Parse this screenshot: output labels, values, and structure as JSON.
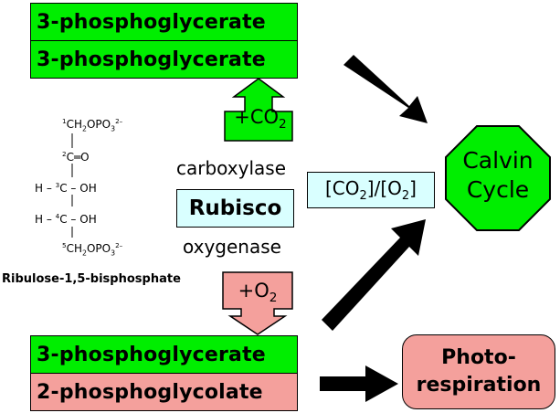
{
  "top_boxes": [
    "3-phosphoglycerate",
    "3-phosphoglycerate"
  ],
  "co2_label": {
    "prefix": "+CO",
    "sub": "2"
  },
  "molecule": {
    "name": "Ribulose-1,5-bisphosphate",
    "rows": [
      {
        "pre": "",
        "num": "1",
        "body": "CH",
        "sub1": "2",
        "body2": "OPO",
        "sub2": "3",
        "sup": "2–"
      },
      {
        "pre": "",
        "num": "2",
        "body": "C═O"
      },
      {
        "pre": "H – ",
        "num": "3",
        "body": "C – OH"
      },
      {
        "pre": "H – ",
        "num": "4",
        "body": "C – OH"
      },
      {
        "pre": "",
        "num": "5",
        "body": "CH",
        "sub1": "2",
        "body2": "OPO",
        "sub2": "3",
        "sup": "2–"
      }
    ]
  },
  "carboxylase": "carboxylase",
  "rubisco": "Rubisco",
  "oxygenase": "oxygenase",
  "ratio": {
    "a": "[CO",
    "a_sub": "2",
    "mid": "]/[O",
    "b_sub": "2",
    "end": "]"
  },
  "calvin": {
    "line1": "Calvin",
    "line2": "Cycle"
  },
  "o2_label": {
    "prefix": "+O",
    "sub": "2"
  },
  "bottom_boxes": [
    "3-phosphoglycerate",
    "2-phosphoglycolate"
  ],
  "photo": {
    "line1": "Photo-",
    "line2": "respiration"
  },
  "colors": {
    "green": "#00ee00",
    "pink": "#f4a09c",
    "cyan_box": "#d9ffff",
    "octagon": "#00ee00"
  }
}
